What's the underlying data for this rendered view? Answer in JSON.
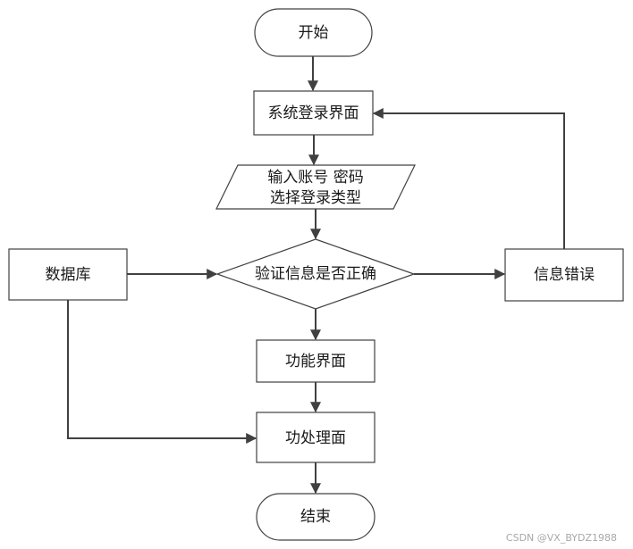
{
  "nodes": {
    "start": "开始",
    "login_ui": "系统登录界面",
    "input_line1": "输入账号 密码",
    "input_line2": "选择登录类型",
    "verify": "验证信息是否正确",
    "database": "数据库",
    "info_error": "信息错误",
    "function_ui": "功能界面",
    "processing": "功处理面",
    "end": "结束"
  },
  "watermark": "CSDN @VX_BYDZ1988"
}
